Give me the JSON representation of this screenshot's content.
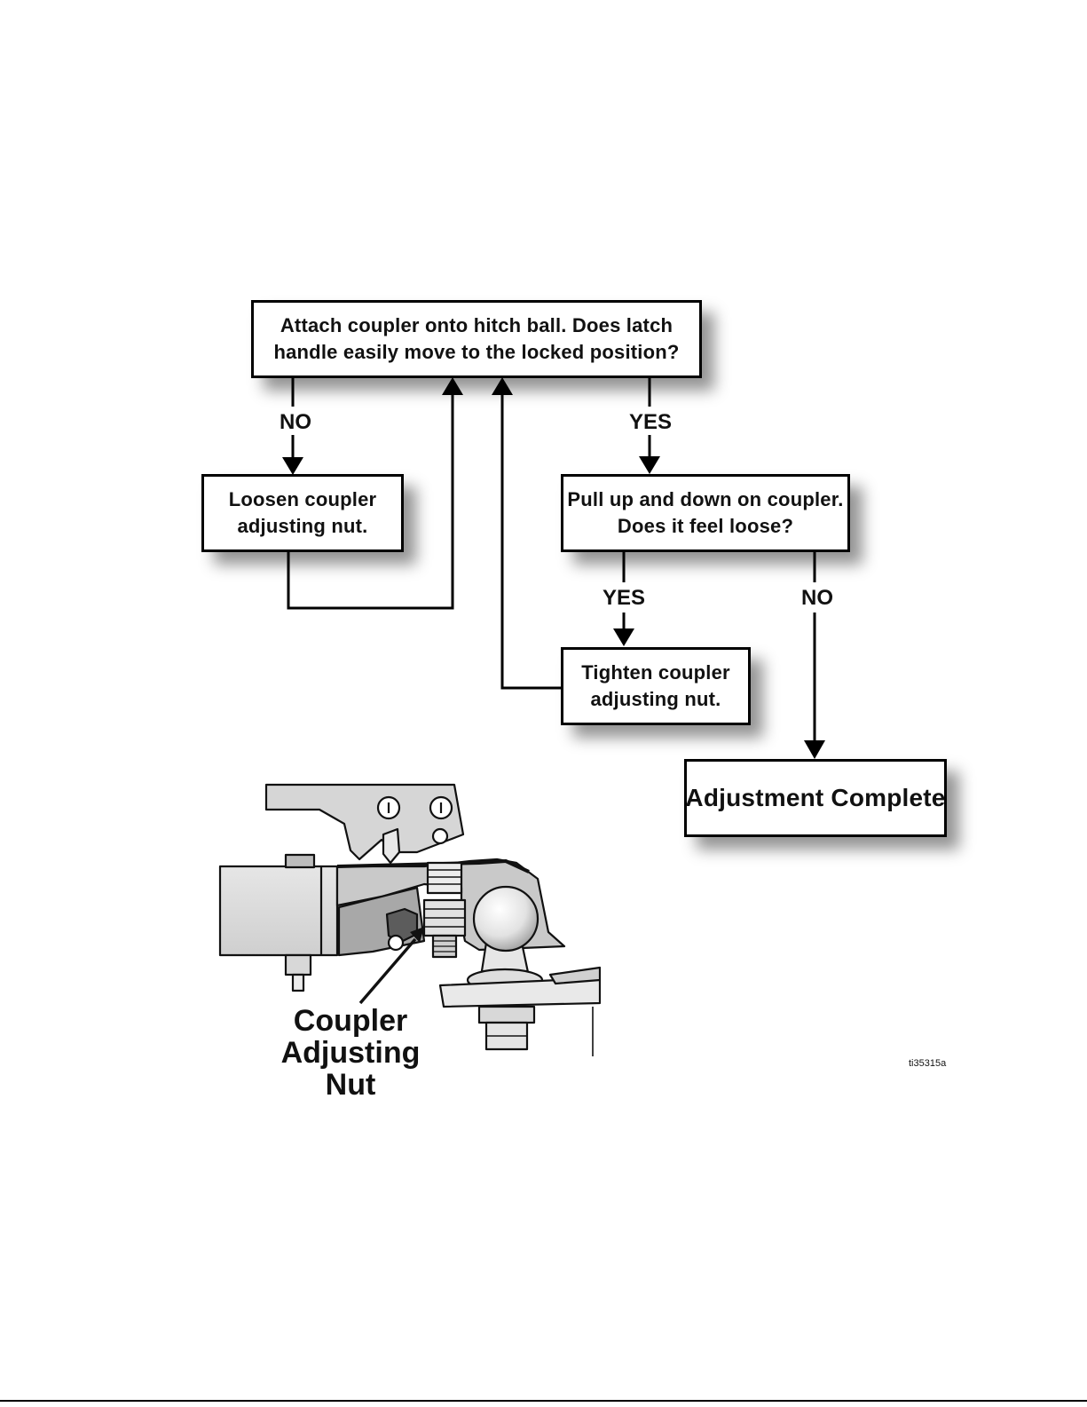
{
  "flowchart": {
    "start": {
      "lines": [
        "Attach coupler onto hitch ball. Does latch",
        "handle easily move to the locked position?"
      ]
    },
    "loosen": {
      "lines": [
        "Loosen coupler",
        "adjusting nut."
      ]
    },
    "pull": {
      "lines": [
        "Pull up and down on coupler.",
        "Does it feel loose?"
      ]
    },
    "tighten": {
      "lines": [
        "Tighten coupler",
        "adjusting nut."
      ]
    },
    "complete": {
      "label": "Adjustment Complete"
    },
    "labels": {
      "no_start": "NO",
      "yes_start": "YES",
      "yes_pull": "YES",
      "no_pull": "NO"
    }
  },
  "illustration": {
    "callout_lines": [
      "Coupler",
      "Adjusting Nut"
    ],
    "figure_id": "ti35315a"
  },
  "colors": {
    "line": "#000000",
    "part_fill": "#d9d9d9",
    "part_dark": "#9a9a9a"
  }
}
